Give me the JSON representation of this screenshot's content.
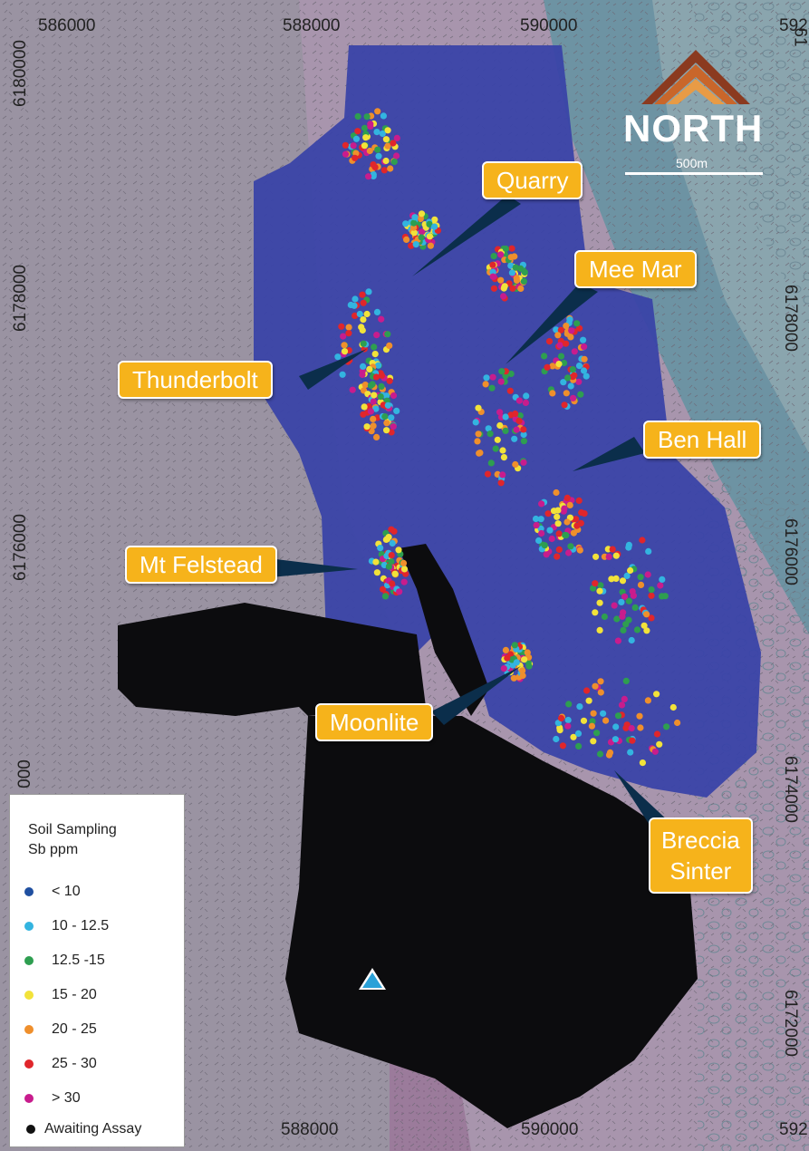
{
  "logo": {
    "text": "NORTH",
    "colors": [
      "#8b3a1f",
      "#c9662a",
      "#e89b45"
    ]
  },
  "scale_bar": {
    "label": "500m"
  },
  "coordinates": {
    "eastings_top": [
      "586000",
      "588000",
      "590000",
      "592"
    ],
    "eastings_bottom": [
      "588000",
      "590000",
      "592"
    ],
    "northings_left": [
      "6180000",
      "6178000",
      "6176000",
      "000"
    ],
    "northings_right": [
      "61",
      "6178000",
      "6176000",
      "6174000",
      "6172000"
    ]
  },
  "prospects": [
    {
      "id": "quarry",
      "label": "Quarry"
    },
    {
      "id": "mee-mar",
      "label": "Mee Mar"
    },
    {
      "id": "thunderbolt",
      "label": "Thunderbolt"
    },
    {
      "id": "ben-hall",
      "label": "Ben Hall"
    },
    {
      "id": "mt-felstead",
      "label": "Mt Felstead"
    },
    {
      "id": "moonlite",
      "label": "Moonlite"
    },
    {
      "id": "breccia-sinter",
      "label": "Breccia\nSinter"
    }
  ],
  "legend": {
    "title_line1": "Soil Sampling",
    "title_line2": "Sb ppm",
    "items": [
      {
        "label": "< 10",
        "color": "#1f4fa0"
      },
      {
        "label": "10 - 12.5",
        "color": "#33b4e0"
      },
      {
        "label": "12.5 -15",
        "color": "#2e9e50"
      },
      {
        "label": "15 - 20",
        "color": "#f2e23a"
      },
      {
        "label": "20 - 25",
        "color": "#ef8f2c"
      },
      {
        "label": "25 - 30",
        "color": "#e0262b"
      },
      {
        "label": ">  30",
        "color": "#c81c8d"
      },
      {
        "label": "Awaiting Assay",
        "color": "#111111"
      }
    ]
  },
  "colors": {
    "terrain_left": "#9a93a2",
    "terrain_right": "#a995ab",
    "water": "#5f8da0",
    "sample_base": "#3a43a8"
  }
}
